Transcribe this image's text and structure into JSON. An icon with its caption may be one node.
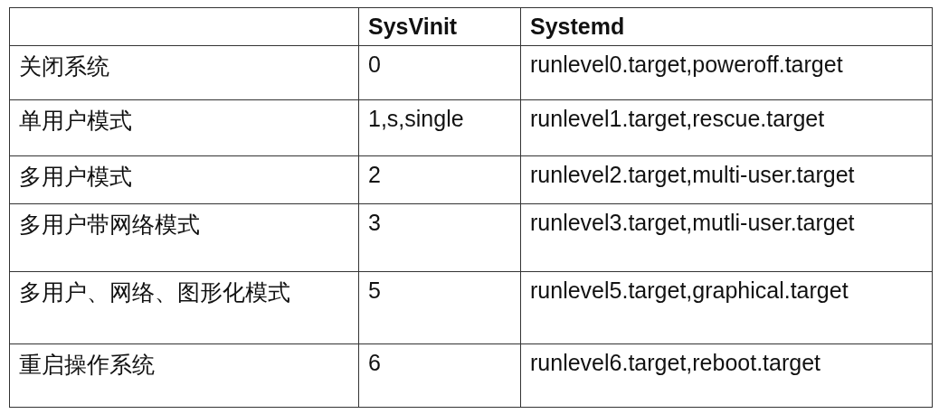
{
  "diagram": {
    "labels": [
      "SysVinit",
      "Systemd",
      "关闭系统",
      "0",
      "runlevel0.target,poweroff.target",
      "单用户模式",
      "1,s,single",
      "runlevel1.target,rescue.target",
      "多用户模式",
      "2",
      "runlevel2.target,multi-user.target",
      "多用户带网络模式",
      "3",
      "runlevel3.target,mutli-user.target",
      "多用户、网络、图形化模式",
      "5",
      "runlevel5.target,graphical.target",
      "重启操作系统",
      "6",
      "runlevel6.target,reboot.target"
    ]
  }
}
